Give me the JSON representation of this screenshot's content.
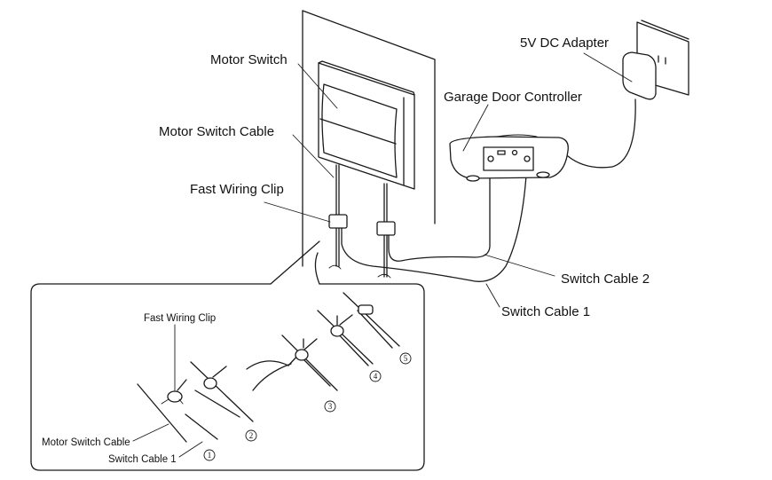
{
  "labels": {
    "motor_switch": "Motor Switch",
    "motor_switch_cable": "Motor Switch Cable",
    "fast_wiring_clip": "Fast Wiring Clip",
    "garage_door_controller": "Garage Door Controller",
    "adapter": "5V DC Adapter",
    "switch_cable_2": "Switch Cable 2",
    "switch_cable_1": "Switch Cable 1"
  },
  "inset": {
    "fast_wiring_clip": "Fast Wiring Clip",
    "motor_switch_cable": "Motor Switch Cable",
    "switch_cable_1": "Switch Cable 1",
    "steps": [
      "1",
      "2",
      "3",
      "4",
      "5"
    ]
  }
}
